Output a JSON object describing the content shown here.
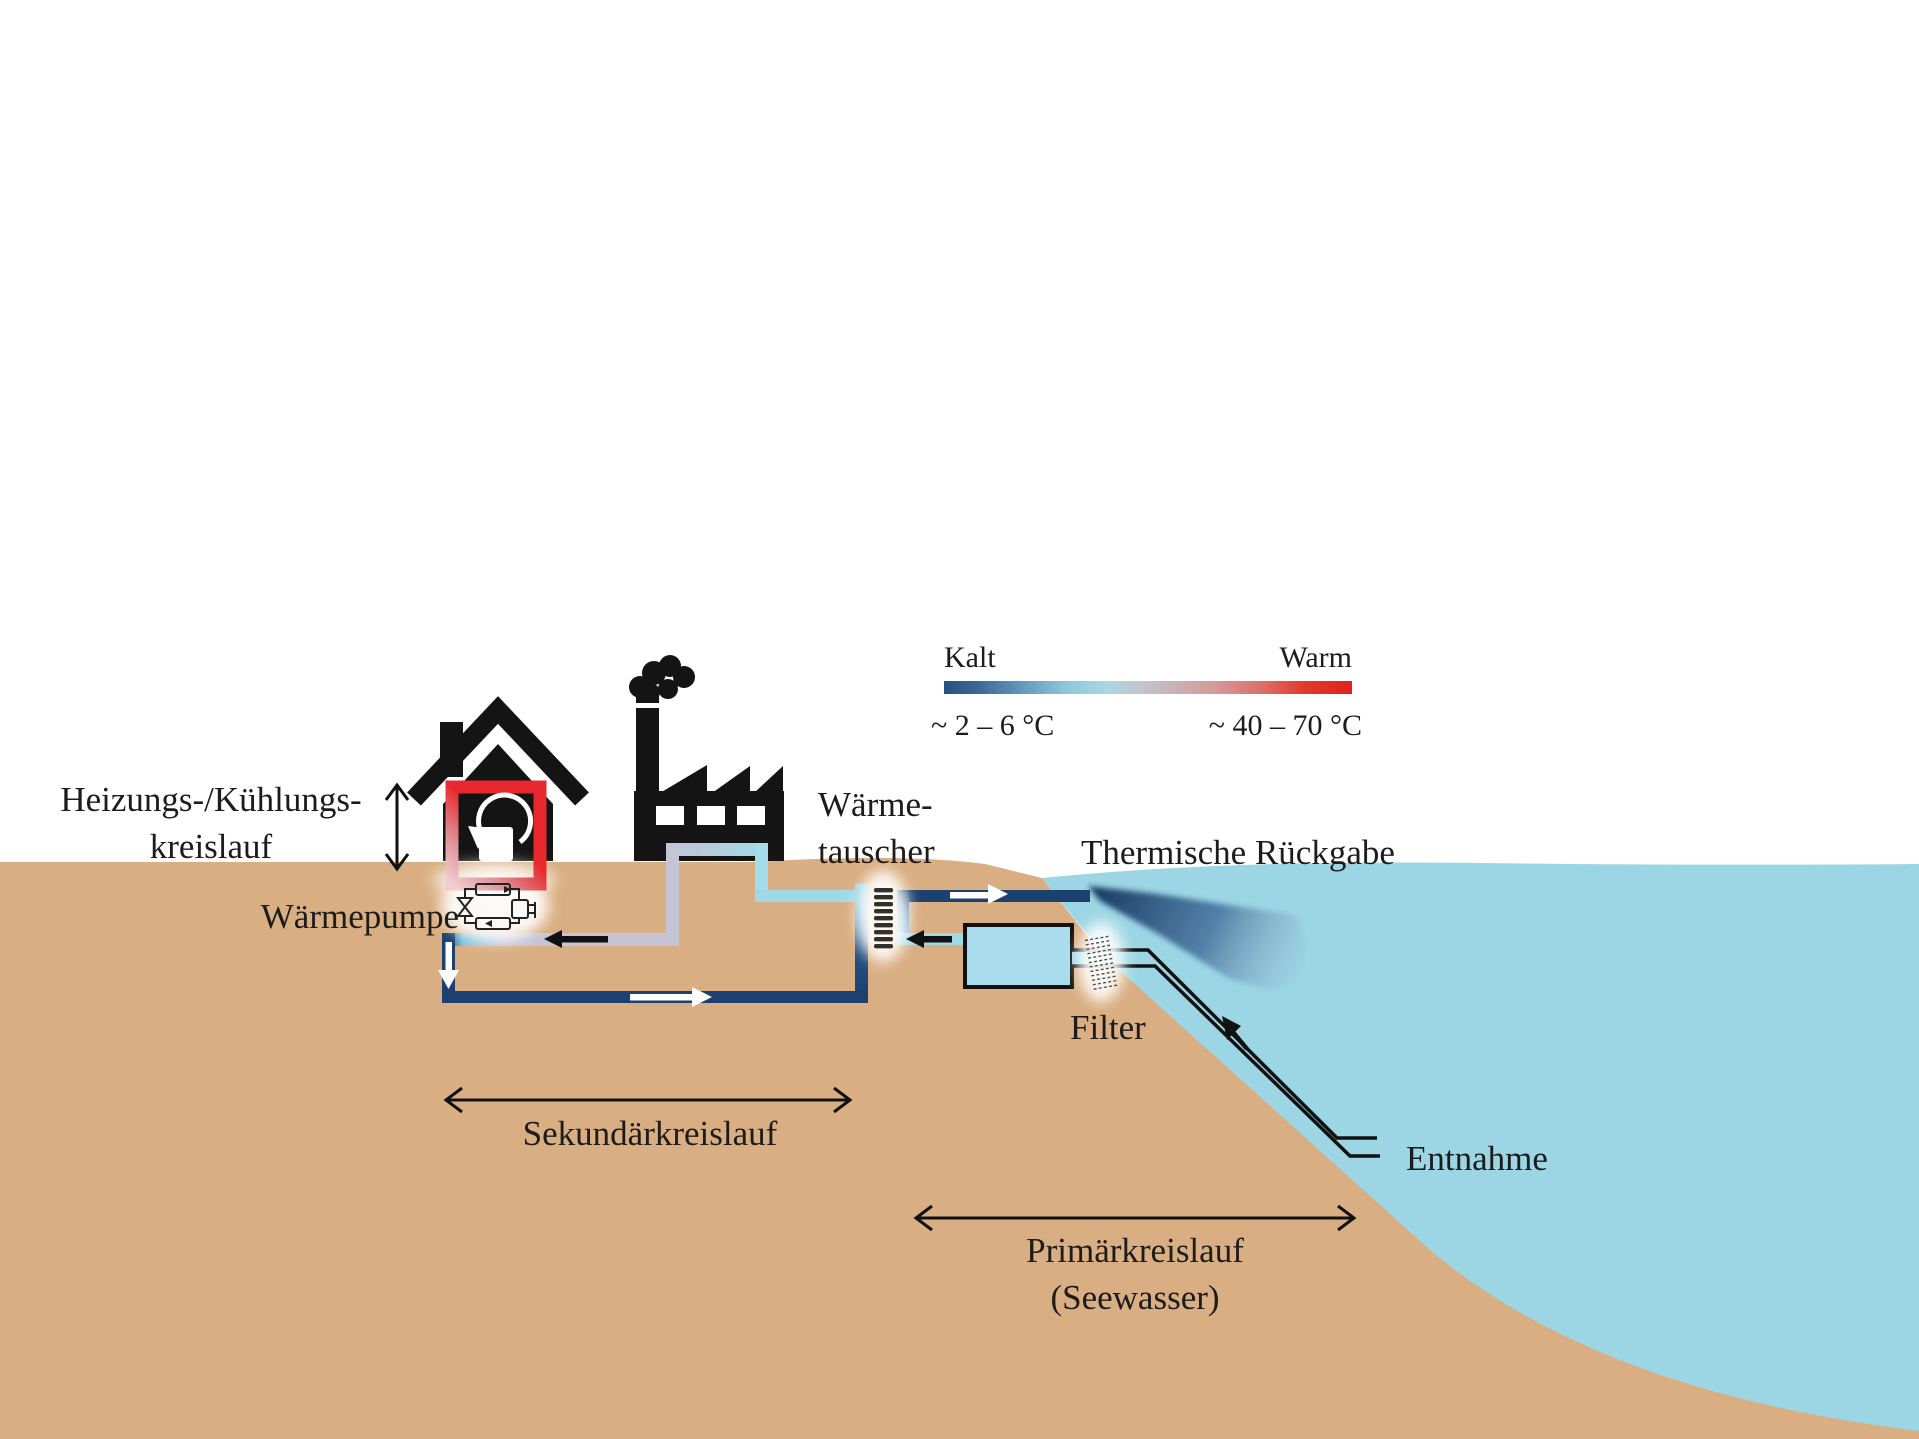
{
  "labels": {
    "heating_circuit_line1": "Heizungs-/Kühlungs-",
    "heating_circuit_line2": "kreislauf",
    "heat_pump": "Wärmepumpe",
    "heat_exchanger_line1": "Wärme-",
    "heat_exchanger_line2": "tauscher",
    "thermal_return": "Thermische Rückgabe",
    "filter": "Filter",
    "intake": "Entnahme",
    "secondary_loop": "Sekundärkreislauf",
    "primary_loop_line1": "Primärkreislauf",
    "primary_loop_line2": "(Seewasser)"
  },
  "legend": {
    "cold_label": "Kalt",
    "warm_label": "Warm",
    "cold_range": "~ 2 – 6 °C",
    "warm_range": "~ 40 – 70 °C"
  },
  "palette": {
    "sand": "#d9ae82",
    "lake": "#9cd6e4",
    "pipe_cold_navy": "#1c4070",
    "pipe_cool_cyan": "#9fd9e8",
    "pipe_warm_gray": "#c5c4d5",
    "heating_loop_red": "#e7282c",
    "icon_black": "#141414",
    "plume_navy": "#17355f"
  }
}
